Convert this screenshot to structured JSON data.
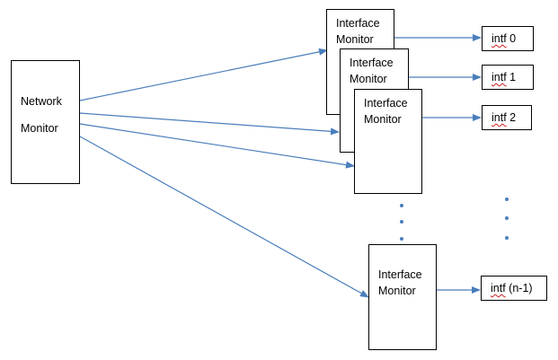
{
  "network_monitor": {
    "line1": "Network",
    "line2": "Monitor"
  },
  "interface_monitors": [
    {
      "line1": "Interface",
      "line2": "Monitor"
    },
    {
      "line1": "Interface",
      "line2": "Monitor"
    },
    {
      "line1": "Interface",
      "line2": "Monitor"
    },
    {
      "line1": "Interface",
      "line2": "Monitor"
    }
  ],
  "interfaces": [
    {
      "word": "intf",
      "index": "0"
    },
    {
      "word": "intf",
      "index": "1"
    },
    {
      "word": "intf",
      "index": "2"
    },
    {
      "word": "intf",
      "index": "(n-1)"
    }
  ],
  "colors": {
    "arrow": "#4a7ebb",
    "border": "#000000",
    "background": "#ffffff"
  }
}
